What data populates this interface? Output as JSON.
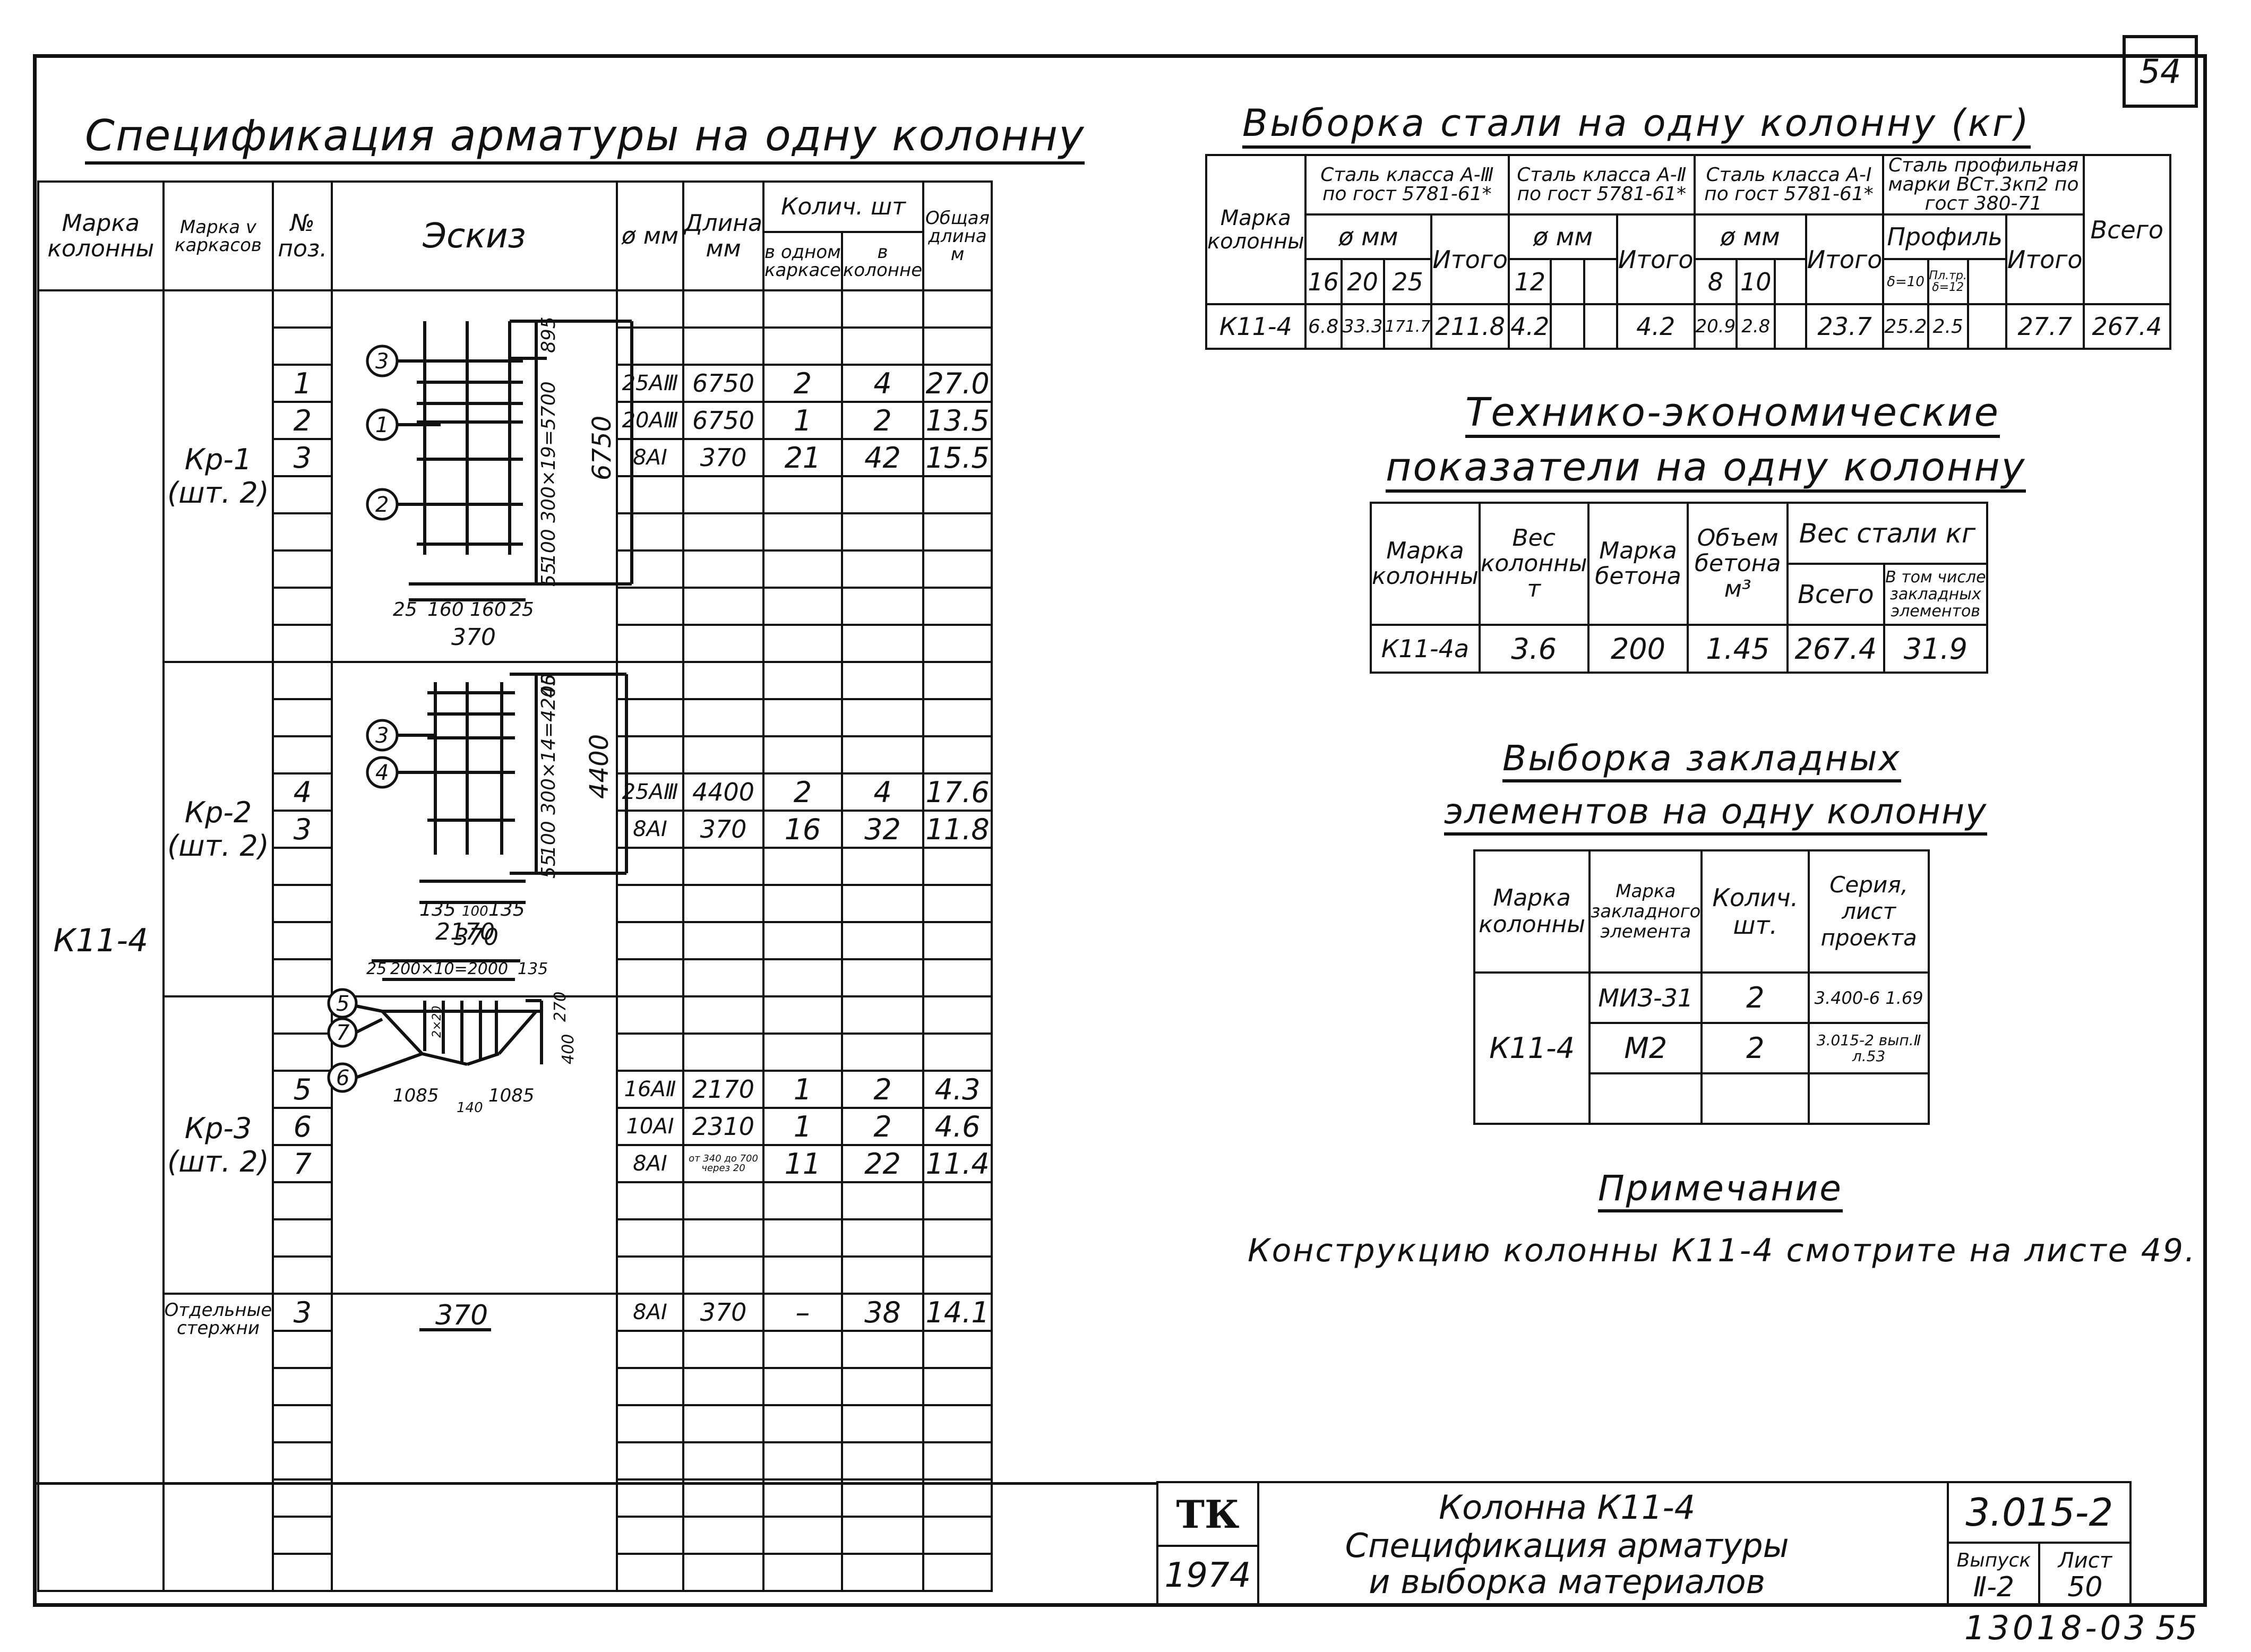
{
  "sheet_corner": "54",
  "spec": {
    "title": "Спецификация арматуры на одну колонну",
    "headers": {
      "col_mark": "Марка колонны",
      "cage_mark": "Марка v каркасов",
      "pos": "№ поз.",
      "sketch": "Эскиз",
      "dia": "ø мм",
      "length": "Длина мм",
      "qty": "Колич. шт",
      "qty_one": "в одном каркасе",
      "qty_all": "в колонне",
      "total_len": "Общая длина м"
    },
    "column_mark": "К11-4",
    "cages": [
      {
        "mark": "Кр-1",
        "count": "(шт. 2)"
      },
      {
        "mark": "Кр-2",
        "count": "(шт. 2)"
      },
      {
        "mark": "Кр-3",
        "count": "(шт. 2)"
      },
      {
        "mark": "Отдельные стержни",
        "count": ""
      }
    ],
    "rows": [
      {
        "pos": "1",
        "dia": "25АⅢ",
        "length": "6750",
        "one": "2",
        "all": "4",
        "total": "27.0"
      },
      {
        "pos": "2",
        "dia": "20АⅢ",
        "length": "6750",
        "one": "1",
        "all": "2",
        "total": "13.5"
      },
      {
        "pos": "3",
        "dia": "8АⅠ",
        "length": "370",
        "one": "21",
        "all": "42",
        "total": "15.5"
      },
      {
        "pos": "4",
        "dia": "25АⅢ",
        "length": "4400",
        "one": "2",
        "all": "4",
        "total": "17.6"
      },
      {
        "pos": "3",
        "dia": "8АⅠ",
        "length": "370",
        "one": "16",
        "all": "32",
        "total": "11.8"
      },
      {
        "pos": "5",
        "dia": "16АⅡ",
        "length": "2170",
        "one": "1",
        "all": "2",
        "total": "4.3"
      },
      {
        "pos": "6",
        "dia": "10АⅠ",
        "length": "2310",
        "one": "1",
        "all": "2",
        "total": "4.6"
      },
      {
        "pos": "7",
        "dia": "8АⅠ",
        "length": "от 340 до 700 через 20",
        "one": "11",
        "all": "22",
        "total": "11.4"
      },
      {
        "pos": "3",
        "dia": "8АⅠ",
        "length": "370",
        "one": "–",
        "all": "38",
        "total": "14.1"
      }
    ],
    "sketch1": {
      "d1": "895",
      "d2": "100 300×19=5700",
      "d3": "6750",
      "d4": "55",
      "b1": "25",
      "b2": "160",
      "b3": "160",
      "b4": "25",
      "b5": "370",
      "p1": "3",
      "p2": "1",
      "p3": "2"
    },
    "sketch2": {
      "d1": "45",
      "d2": "100 300×14=4200",
      "d3": "4400",
      "d4": "55",
      "b1": "135",
      "b2": "100",
      "b3": "135",
      "b4": "370",
      "p1": "3",
      "p2": "4"
    },
    "sketch3": {
      "top": "2170",
      "t2": "25",
      "t3": "200×10=2000",
      "t4": "135",
      "h1": "270",
      "h2": "400",
      "h3": "2×20",
      "l1": "1085",
      "l2": "140",
      "l3": "1085",
      "p1": "5",
      "p2": "7",
      "p3": "6"
    },
    "sketch4": {
      "len": "370"
    }
  },
  "steel": {
    "title": "Выборка стали на одну колонну (кг)",
    "col_mark": "Марка колонны",
    "g1": "Сталь класса А-Ⅲ по гост 5781-61*",
    "g2": "Сталь класса А-Ⅱ по гост 5781-61*",
    "g3": "Сталь класса А-Ⅰ по гост 5781-61*",
    "g4": "Сталь профильная марки ВСт.3кп2 по гост 380-71",
    "phi_mm": "ø мм",
    "profile": "Профиль",
    "d16": "16",
    "d20": "20",
    "d25": "25",
    "itogo": "Итого",
    "d12": "12",
    "d8": "8",
    "d10": "10",
    "p1": "δ=10",
    "p2": "Пл.тр. δ=12",
    "vsego": "Всего",
    "row": {
      "mark": "К11-4",
      "v16": "6.8",
      "v20": "33.3",
      "v25": "171.7",
      "it1": "211.8",
      "v12": "4.2",
      "it2": "4.2",
      "v8": "20.9",
      "v10": "2.8",
      "it3": "23.7",
      "vp1": "25.2",
      "vp2": "2.5",
      "it4": "27.7",
      "total": "267.4"
    }
  },
  "tep": {
    "title1": "Технико-экономические",
    "title2": "показатели на одну колонну",
    "h_mark": "Марка колонны",
    "h_weight": "Вес колонны т",
    "h_concrete": "Марка бетона",
    "h_volume": "Объем бетона м³",
    "h_steel": "Вес стали кг",
    "h_total": "Всего",
    "h_embed": "В том числе закладных элементов",
    "row": {
      "mark": "К11-4а",
      "weight": "3.6",
      "concrete": "200",
      "volume": "1.45",
      "total": "267.4",
      "embed": "31.9"
    }
  },
  "embedded": {
    "title1": "Выборка закладных",
    "title2": "элементов на одну колонну",
    "h_mark": "Марка колонны",
    "h_elem": "Марка закладного элемента",
    "h_qty": "Колич. шт.",
    "h_series": "Серия, лист проекта",
    "mark": "К11-4",
    "rows": [
      {
        "elem": "МИЗ-31",
        "qty": "2",
        "series": "3.400-6 1.69"
      },
      {
        "elem": "М2",
        "qty": "2",
        "series": "3.015-2 вып.Ⅱ л.53"
      }
    ]
  },
  "note": {
    "title": "Примечание",
    "text": "Конструкцию колонны К11-4 смотрите на листе 49."
  },
  "titleblock": {
    "logo": "ТК",
    "year": "1974",
    "line1": "Колонна К11-4",
    "line2": "Спецификация арматуры",
    "line3": "и выборка материалов",
    "series": "3.015-2",
    "vyp_label": "Выпуск",
    "vyp": "Ⅱ-2",
    "list_label": "Лист",
    "list": "50"
  },
  "footer": {
    "code": "13018-03",
    "page": "55"
  }
}
